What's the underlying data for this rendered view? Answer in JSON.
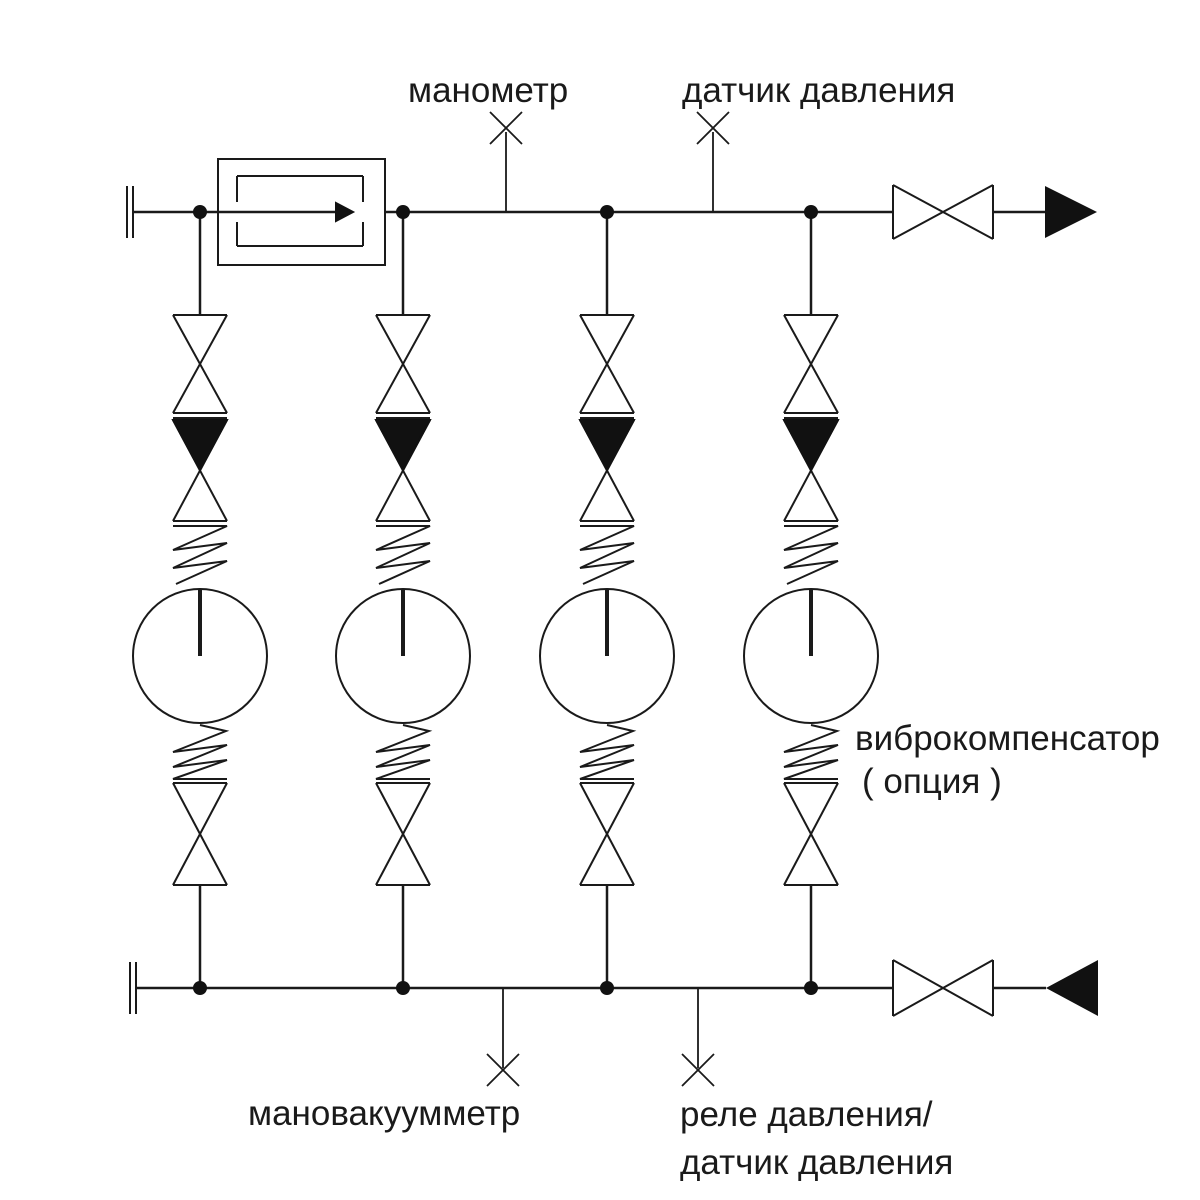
{
  "diagram": {
    "type": "pump-station-hydraulic-schematic",
    "labels": {
      "manometer": "манометр",
      "pressure_sensor_top": "датчик давления",
      "vibration_compensator": "виброкомпенсатор",
      "vibration_compensator_note": "( опция )",
      "manovacuummeter": "мановакуумметр",
      "pressure_relay_line1": "реле давления/",
      "pressure_relay_line2": "датчик давления"
    },
    "colors": {
      "line": "#1a1a1a",
      "fill": "#111111",
      "background": "#ffffff"
    },
    "icons": {
      "junction-dot": "filled-circle",
      "shutoff-valve": "bowtie-cross",
      "check-valve": "hourglass-filled-top",
      "vibration-compensator": "zigzag-spring",
      "pump": "circle-with-shaft",
      "flow-direction": "filled-triangle",
      "instrument-tap": "x-cross-on-stub",
      "pipe-end-cap": "double-tick",
      "inline-device": "rect-in-rect-with-arrow"
    },
    "pump_branch_count": 4
  }
}
